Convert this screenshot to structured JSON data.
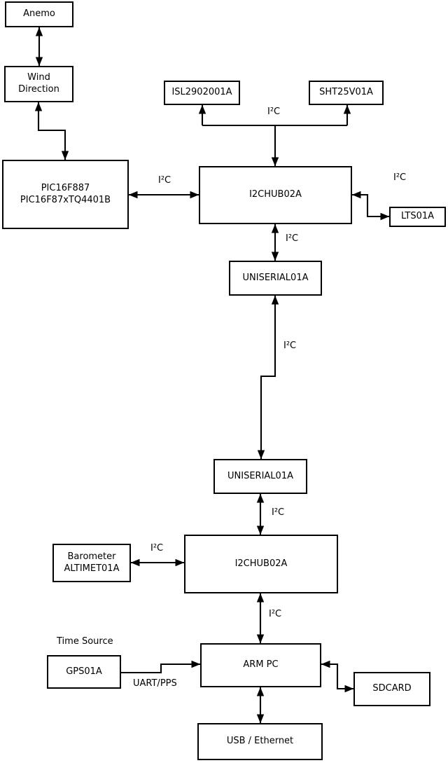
{
  "colors": {
    "background": "#ffffff",
    "line": "#000000",
    "box_fill": "#ffffff",
    "text": "#000000"
  },
  "nodes": {
    "anemo": {
      "label": "Anemo"
    },
    "wind_direction": {
      "label": "Wind\nDirection"
    },
    "pic": {
      "label": "PIC16F887\nPIC16F87xTQ4401B"
    },
    "isl": {
      "label": "ISL2902001A"
    },
    "sht": {
      "label": "SHT25V01A"
    },
    "i2chub_1": {
      "label": "I2CHUB02A"
    },
    "lts": {
      "label": "LTS01A"
    },
    "uniserial_1": {
      "label": "UNISERIAL01A"
    },
    "uniserial_2": {
      "label": "UNISERIAL01A"
    },
    "barometer": {
      "label": "Barometer\nALTIMET01A"
    },
    "i2chub_2": {
      "label": "I2CHUB02A"
    },
    "gps": {
      "label": "GPS01A"
    },
    "arm_pc": {
      "label": "ARM PC"
    },
    "sdcard": {
      "label": "SDCARD"
    },
    "usb_ethernet": {
      "label": "USB / Ethernet"
    }
  },
  "labels": {
    "i2c_isl_sht": {
      "text": "I²C"
    },
    "i2c_pic_hub1": {
      "text": "I²C"
    },
    "i2c_hub1_lts": {
      "text": "I²C"
    },
    "i2c_hub1_uniserial1": {
      "text": "I²C"
    },
    "i2c_uniserial_link": {
      "text": "I²C"
    },
    "i2c_uniserial2_hub2": {
      "text": "I²C"
    },
    "i2c_barometer_hub2": {
      "text": "I²C"
    },
    "i2c_hub2_armpc": {
      "text": "I²C"
    },
    "time_source": {
      "text": "Time Source"
    },
    "uart_pps": {
      "text": "UART/PPS"
    }
  },
  "edges": [
    {
      "from": "anemo",
      "to": "wind_direction",
      "bidirectional": true,
      "label": ""
    },
    {
      "from": "wind_direction",
      "to": "pic",
      "bidirectional": true,
      "label": ""
    },
    {
      "from": "pic",
      "to": "i2chub_1",
      "bidirectional": true,
      "label": "I²C"
    },
    {
      "from": "i2chub_1",
      "to": "isl",
      "bidirectional": false,
      "label": "I²C"
    },
    {
      "from": "i2chub_1",
      "to": "sht",
      "bidirectional": false,
      "label": "I²C"
    },
    {
      "from": "i2chub_1",
      "to": "lts",
      "bidirectional": true,
      "label": "I²C"
    },
    {
      "from": "i2chub_1",
      "to": "uniserial_1",
      "bidirectional": true,
      "label": "I²C"
    },
    {
      "from": "uniserial_1",
      "to": "uniserial_2",
      "bidirectional": true,
      "label": "I²C"
    },
    {
      "from": "uniserial_2",
      "to": "i2chub_2",
      "bidirectional": true,
      "label": "I²C"
    },
    {
      "from": "barometer",
      "to": "i2chub_2",
      "bidirectional": true,
      "label": "I²C"
    },
    {
      "from": "i2chub_2",
      "to": "arm_pc",
      "bidirectional": true,
      "label": "I²C"
    },
    {
      "from": "gps",
      "to": "arm_pc",
      "bidirectional": false,
      "label": "UART/PPS"
    },
    {
      "from": "arm_pc",
      "to": "sdcard",
      "bidirectional": true,
      "label": ""
    },
    {
      "from": "arm_pc",
      "to": "usb_ethernet",
      "bidirectional": true,
      "label": ""
    }
  ]
}
